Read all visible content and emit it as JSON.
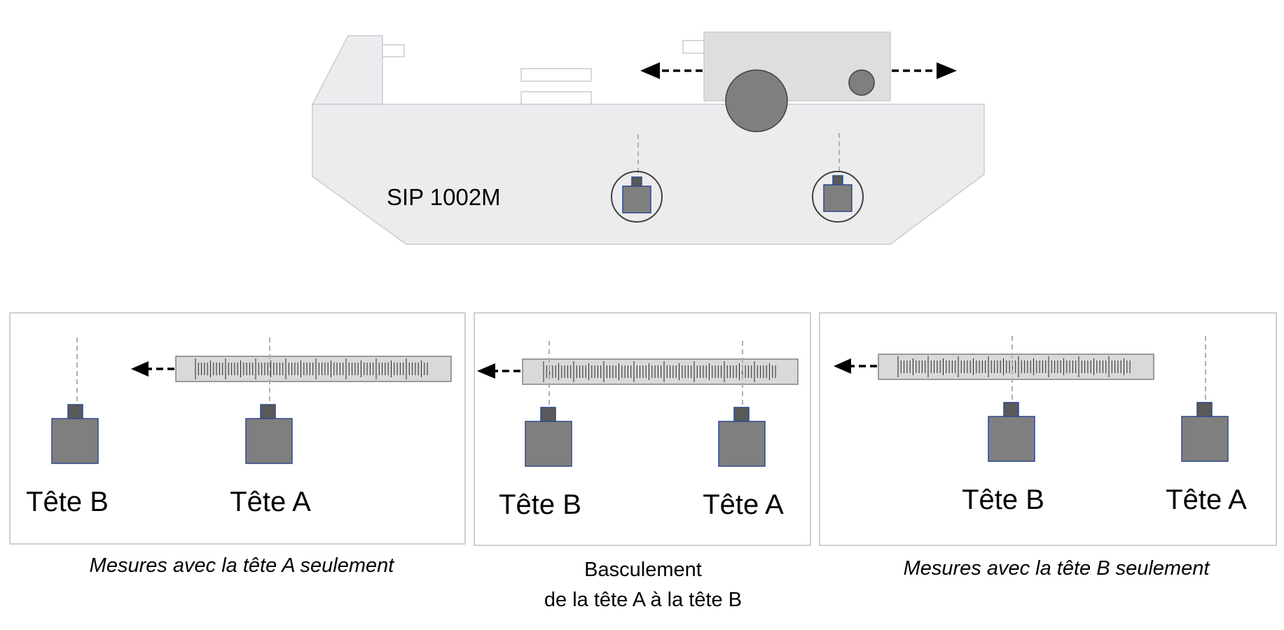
{
  "machine": {
    "name": "SIP 1002M"
  },
  "panels": [
    {
      "heads": [
        {
          "label": "Tête B"
        },
        {
          "label": "Tête A"
        }
      ],
      "caption_lines": [
        "Mesures avec la tête A seulement"
      ],
      "caption_style": "italic"
    },
    {
      "heads": [
        {
          "label": "Tête B"
        },
        {
          "label": "Tête A"
        }
      ],
      "caption_lines": [
        "Basculement",
        "de la tête A à la tête B"
      ],
      "caption_style": "normal"
    },
    {
      "heads": [
        {
          "label": "Tête B"
        },
        {
          "label": "Tête A"
        }
      ],
      "caption_lines": [
        "Mesures avec la tête B seulement"
      ],
      "caption_style": "italic"
    }
  ],
  "colors": {
    "machine_fill": "#ececee",
    "machine_stroke": "#c8ccd4",
    "carriage_fill": "#dedede",
    "head_fill": "#808080",
    "head_stroke": "#2f4a8a",
    "scale_fill": "#d9d9d9",
    "dashed_line": "#b0b0b0",
    "panel_border": "#bfbfbf"
  }
}
